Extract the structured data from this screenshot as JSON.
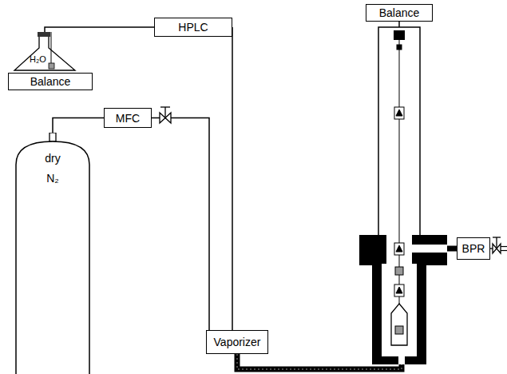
{
  "diagram": {
    "nodes": [
      {
        "text": [
          "HPLC"
        ]
      },
      {
        "text": [
          "Balance"
        ]
      },
      {
        "text": [
          "H₂O"
        ]
      },
      {
        "text": [
          "Balance"
        ]
      },
      {
        "text": [
          "MFC"
        ]
      },
      {
        "text": [
          "BPR"
        ]
      },
      {
        "text": [
          "dry N₂"
        ]
      },
      {
        "text": [
          "Vaporizer"
        ]
      }
    ],
    "edges": [
      {
        "from": 2,
        "to": 0,
        "arrow": "none"
      },
      {
        "from": 0,
        "to": 7,
        "arrow": "none"
      },
      {
        "from": 6,
        "to": 4,
        "arrow": "none"
      },
      {
        "from": 4,
        "to": 7,
        "arrow": "none"
      }
    ]
  }
}
